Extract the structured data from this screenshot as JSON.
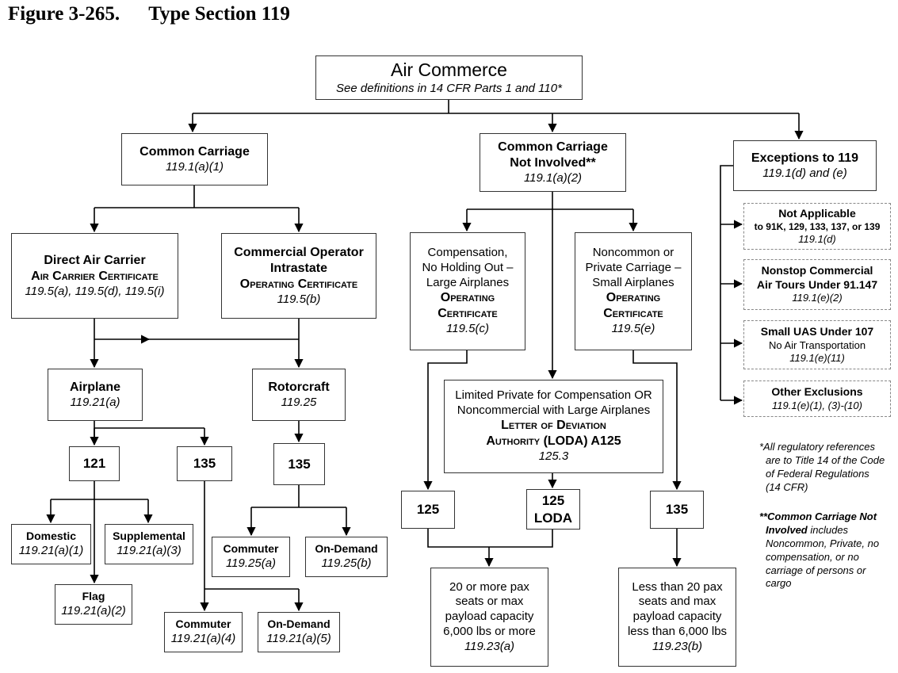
{
  "figure": {
    "number": "Figure 3-265.",
    "title": "Type Section 119"
  },
  "boxes": {
    "air_commerce": {
      "title": "Air Commerce",
      "sub": "See definitions in 14 CFR Parts 1 and 110*"
    },
    "common_carriage": {
      "title": "Common Carriage",
      "ref": "119.1(a)(1)"
    },
    "not_involved": {
      "line1": "Common Carriage",
      "line2": "Not Involved**",
      "ref": "119.1(a)(2)"
    },
    "exceptions": {
      "title": "Exceptions to 119",
      "ref": "119.1(d) and (e)"
    },
    "direct_air": {
      "line1": "Direct Air Carrier",
      "line2": "Air Carrier Certificate",
      "ref": "119.5(a), 119.5(d), 119.5(i)"
    },
    "commercial_op": {
      "line1": "Commercial Operator",
      "line2": "Intrastate",
      "line3": "Operating Certificate",
      "ref": "119.5(b)"
    },
    "airplane": {
      "title": "Airplane",
      "ref": "119.21(a)"
    },
    "rotorcraft": {
      "title": "Rotorcraft",
      "ref": "119.25"
    },
    "p121": {
      "label": "121"
    },
    "p135a": {
      "label": "135"
    },
    "p135r": {
      "label": "135"
    },
    "domestic": {
      "title": "Domestic",
      "ref": "119.21(a)(1)"
    },
    "supplemental": {
      "title": "Supplemental",
      "ref": "119.21(a)(3)"
    },
    "flag": {
      "title": "Flag",
      "ref": "119.21(a)(2)"
    },
    "commuter_a": {
      "title": "Commuter",
      "ref": "119.21(a)(4)"
    },
    "ondemand_a": {
      "title": "On-Demand",
      "ref": "119.21(a)(5)"
    },
    "commuter_r": {
      "title": "Commuter",
      "ref": "119.25(a)"
    },
    "ondemand_r": {
      "title": "On-Demand",
      "ref": "119.25(b)"
    },
    "comp_large": {
      "line1": "Compensation,",
      "line2": "No Holding Out –",
      "line3": "Large Airplanes",
      "line4": "Operating",
      "line5": "Certificate",
      "ref": "119.5(c)"
    },
    "noncommon_small": {
      "line1": "Noncommon or",
      "line2": "Private Carriage –",
      "line3": "Small Airplanes",
      "line4": "Operating",
      "line5": "Certificate",
      "ref": "119.5(e)"
    },
    "loda": {
      "line1": "Limited Private for Compensation OR",
      "line2": "Noncommercial with Large Airplanes",
      "line3": "Letter of Deviation",
      "line4": "Authority (LODA) A125",
      "ref": "125.3"
    },
    "p125": {
      "label": "125"
    },
    "p125loda": {
      "line1": "125",
      "line2": "LODA"
    },
    "p135c": {
      "label": "135"
    },
    "twenty_more": {
      "line1": "20 or more pax",
      "line2": "seats or max",
      "line3": "payload capacity",
      "line4": "6,000 lbs or more",
      "ref": "119.23(a)"
    },
    "less_twenty": {
      "line1": "Less than 20 pax",
      "line2": "seats and max",
      "line3": "payload capacity",
      "line4": "less than 6,000 lbs",
      "ref": "119.23(b)"
    },
    "not_applicable": {
      "title": "Not Applicable",
      "line2": "to 91K, 129, 133, 137, or 139",
      "ref": "119.1(d)"
    },
    "nonstop": {
      "line1": "Nonstop Commercial",
      "line2": "Air Tours Under 91.147",
      "ref": "119.1(e)(2)"
    },
    "small_uas": {
      "title": "Small UAS Under 107",
      "line2": "No Air Transportation",
      "ref": "119.1(e)(11)"
    },
    "other_excl": {
      "title": "Other Exclusions",
      "ref": "119.1(e)(1), (3)-(10)"
    }
  },
  "notes": {
    "note1": {
      "line1": "*All regulatory references",
      "line2": "are to Title 14 of the Code",
      "line3": "of Federal Regulations",
      "line4": "(14 CFR)"
    },
    "note2": {
      "bold1": "**Common Carriage Not",
      "bold2": "Involved",
      "rest1": " includes",
      "line3": "Noncommon, Private, no",
      "line4": "compensation, or no",
      "line5": "carriage of persons or",
      "line6": "cargo"
    }
  }
}
